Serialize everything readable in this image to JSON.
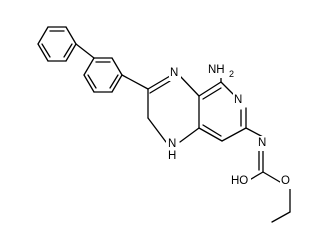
{
  "structure": {
    "background_color": "#ffffff",
    "bond_color": "#000000",
    "labels": {
      "amine": "NH",
      "amine_sub": "2",
      "ring_n_top": "N",
      "ring_n_pyridine": "N",
      "ring_nh": "H",
      "carbamate_n": "N",
      "hydroxyl": "HO",
      "ether_o": "O",
      "ring_nh_hydrogen": "N"
    }
  }
}
